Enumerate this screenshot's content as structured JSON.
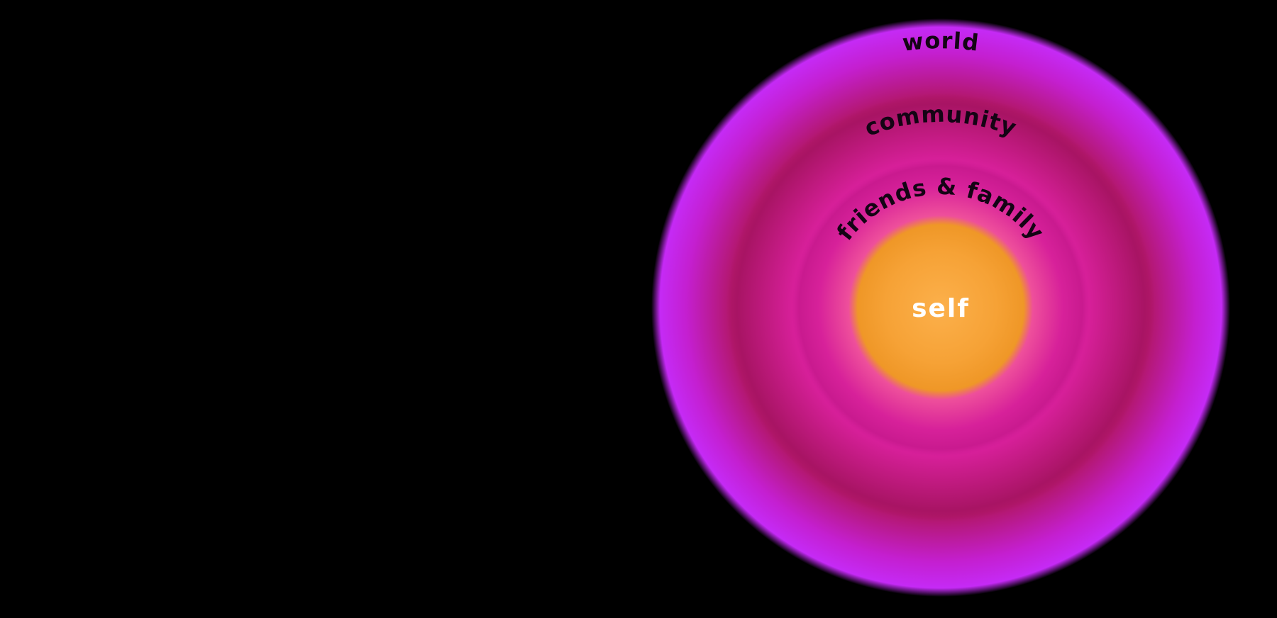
{
  "page": {
    "background": "#000000"
  },
  "diagram": {
    "type": "concentric-circles",
    "rings": [
      {
        "id": "world",
        "label": "world",
        "r": 408
      },
      {
        "id": "community",
        "label": "community",
        "r": 302
      },
      {
        "id": "friends-family",
        "label": "friends & family",
        "r": 210
      },
      {
        "id": "self",
        "label": "self",
        "r": 130
      }
    ],
    "colors": {
      "world_edge": "#c52af5",
      "world_mid": "#b21768",
      "world_blend": "#c41fd0",
      "community_main": "#d9209c",
      "community_edge": "#a81464",
      "friends_glow": "#ee4f9b",
      "friends_main": "#d7219a",
      "friends_edge": "#c91a8f",
      "self_center": "#fcb04b",
      "self_main": "#f6a236",
      "self_edge": "#ef9727",
      "label_dark": "#140414",
      "label_light": "#ffffff"
    }
  }
}
